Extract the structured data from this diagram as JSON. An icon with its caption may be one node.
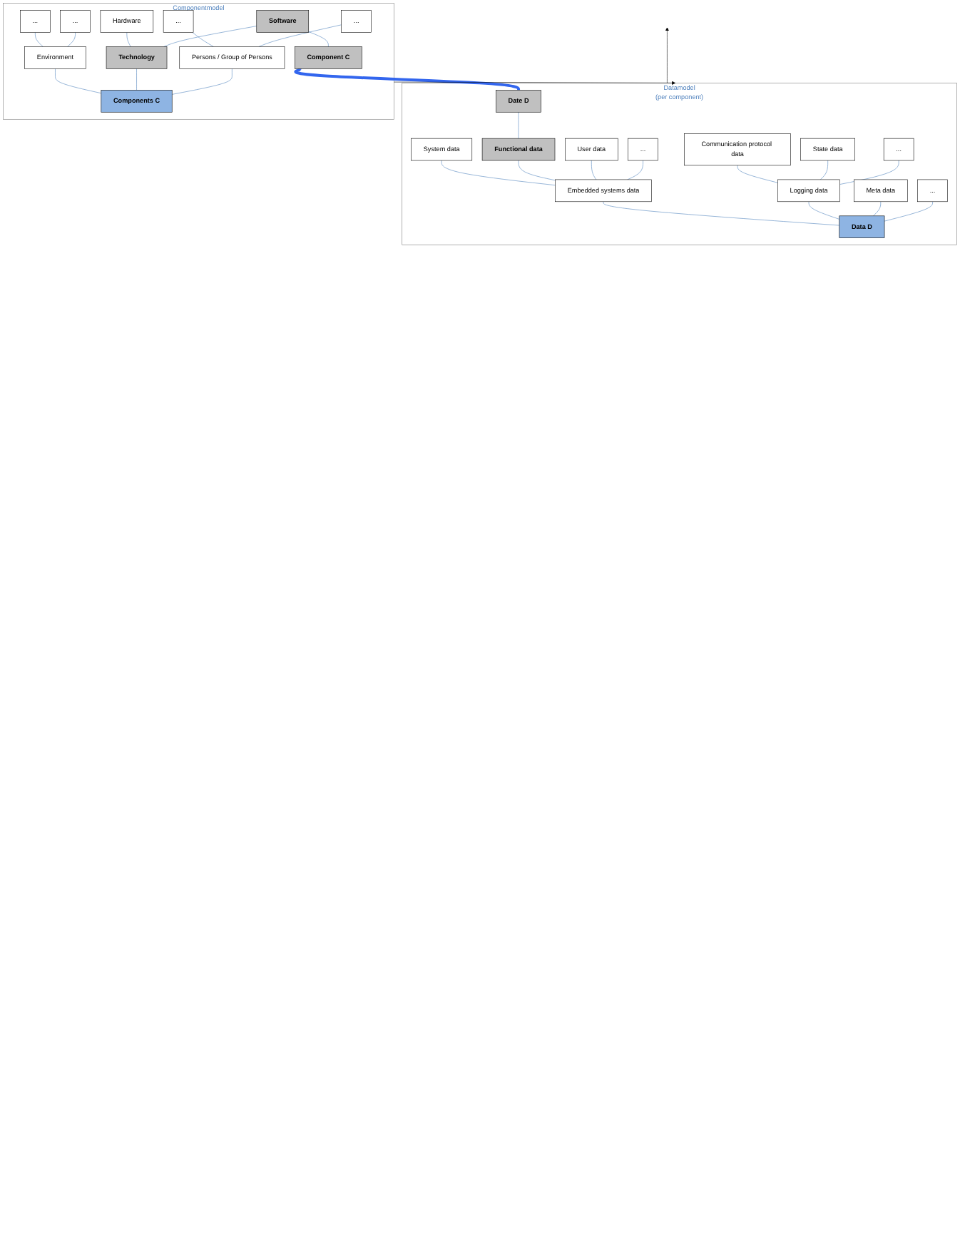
{
  "diagram": {
    "nodes": [
      {
        "text": [
          "Datamodel",
          "(per component)"
        ]
      },
      {
        "text": [
          "Embedded systems data"
        ],
        "in": 0
      },
      {
        "text": [
          "System data"
        ],
        "in": 0
      },
      {
        "text": [
          "Functional data"
        ],
        "in": 0
      },
      {
        "text": [
          "User data"
        ],
        "in": 0
      },
      {
        "text": [
          "..."
        ],
        "in": 0
      },
      {
        "text": [
          "Date D"
        ],
        "in": 0
      },
      {
        "text": [
          "Data D"
        ],
        "in": 0
      },
      {
        "text": [
          "Logging data"
        ],
        "in": 0
      },
      {
        "text": [
          "Communication protocol data"
        ],
        "in": 0
      },
      {
        "text": [
          "State data"
        ],
        "in": 0
      },
      {
        "text": [
          "..."
        ],
        "in": 0
      },
      {
        "text": [
          "Meta data"
        ],
        "in": 0
      },
      {
        "text": [
          "..."
        ],
        "in": 0
      },
      {
        "text": [
          "Componentmodel"
        ]
      },
      {
        "text": [
          "Component C"
        ],
        "in": 14
      },
      {
        "text": [
          "..."
        ],
        "in": 14
      },
      {
        "text": [
          "..."
        ],
        "in": 14
      },
      {
        "text": [
          "Hardware"
        ],
        "in": 14
      },
      {
        "text": [
          "Software"
        ],
        "in": 14
      },
      {
        "text": [
          "..."
        ],
        "in": 14
      },
      {
        "text": [
          "..."
        ],
        "in": 14
      },
      {
        "text": [
          "Environment"
        ],
        "in": 14
      },
      {
        "text": [
          "Technology"
        ],
        "in": 14
      },
      {
        "text": [
          "Persons / Group of Persons"
        ],
        "in": 14
      },
      {
        "text": [
          "Components C"
        ],
        "in": 14
      }
    ],
    "edges": [
      {
        "from": 0,
        "to": null,
        "arrow": "to",
        "color": "#000000"
      },
      {
        "from": 14,
        "to": 0,
        "arrow": "to",
        "color": "#000000"
      },
      {
        "from": 7,
        "to": 1,
        "arrow": "none"
      },
      {
        "from": 1,
        "to": 2,
        "arrow": "none"
      },
      {
        "from": 1,
        "to": 3,
        "arrow": "none"
      },
      {
        "from": 1,
        "to": 4,
        "arrow": "none"
      },
      {
        "from": 1,
        "to": 5,
        "arrow": "none"
      },
      {
        "from": 3,
        "to": 6,
        "arrow": "none"
      },
      {
        "from": 7,
        "to": 8,
        "arrow": "none"
      },
      {
        "from": 8,
        "to": 9,
        "arrow": "none"
      },
      {
        "from": 8,
        "to": 10,
        "arrow": "none"
      },
      {
        "from": 8,
        "to": 11,
        "arrow": "none"
      },
      {
        "from": 7,
        "to": 12,
        "arrow": "none"
      },
      {
        "from": 7,
        "to": 13,
        "arrow": "none"
      },
      {
        "from": 6,
        "to": 15,
        "arrow": "to",
        "style": "thick",
        "color": "#3366ee"
      },
      {
        "from": 15,
        "to": 19,
        "arrow": "none"
      },
      {
        "from": 22,
        "to": 16,
        "arrow": "none"
      },
      {
        "from": 22,
        "to": 17,
        "arrow": "none"
      },
      {
        "from": 23,
        "to": 18,
        "arrow": "none"
      },
      {
        "from": 23,
        "to": 19,
        "arrow": "none"
      },
      {
        "from": 24,
        "to": 20,
        "arrow": "none"
      },
      {
        "from": 24,
        "to": 21,
        "arrow": "none"
      },
      {
        "from": 25,
        "to": 22,
        "arrow": "none"
      },
      {
        "from": 25,
        "to": 23,
        "arrow": "none"
      },
      {
        "from": 25,
        "to": 24,
        "arrow": "none"
      }
    ]
  }
}
